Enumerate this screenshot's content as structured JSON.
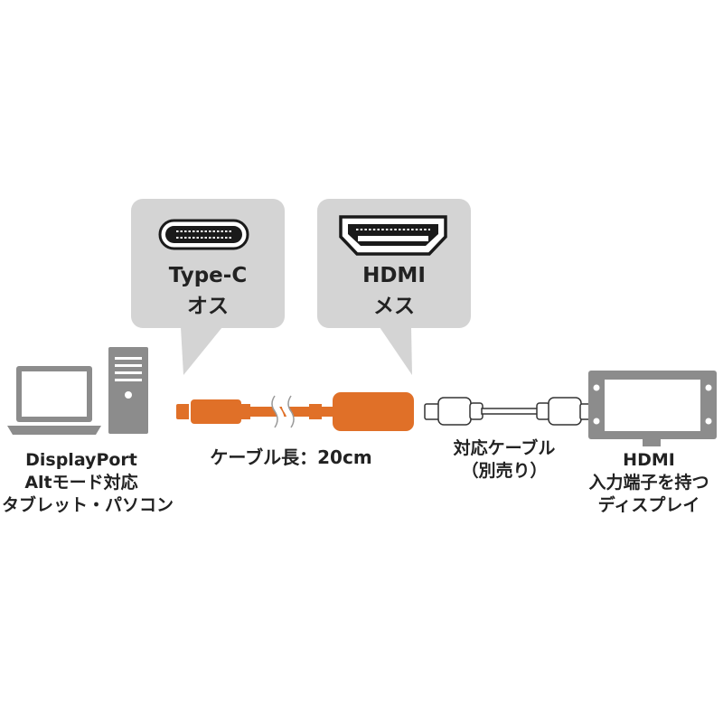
{
  "callouts": {
    "typec": {
      "line1": "Type-C",
      "line2": "オス",
      "icon": "usb-c-port-icon"
    },
    "hdmi": {
      "line1": "HDMI",
      "line2": "メス",
      "icon": "hdmi-port-icon"
    }
  },
  "source": {
    "line1": "DisplayPort",
    "line2": "Altモード対応",
    "line3": "タブレット・パソコン",
    "icons": [
      "laptop-icon",
      "desktop-tower-icon"
    ]
  },
  "adapter": {
    "label": "ケーブル長：20cm"
  },
  "cable": {
    "line1": "対応ケーブル",
    "line2": "（別売り）"
  },
  "display": {
    "line1": "HDMI",
    "line2": "入力端子を持つ",
    "line3": "ディスプレイ",
    "icon": "tv-monitor-icon"
  },
  "colors": {
    "bubble": "#d4d4d4",
    "device": "#8c8c8c",
    "adapter": "#e07028",
    "cable": "#ffffff"
  }
}
